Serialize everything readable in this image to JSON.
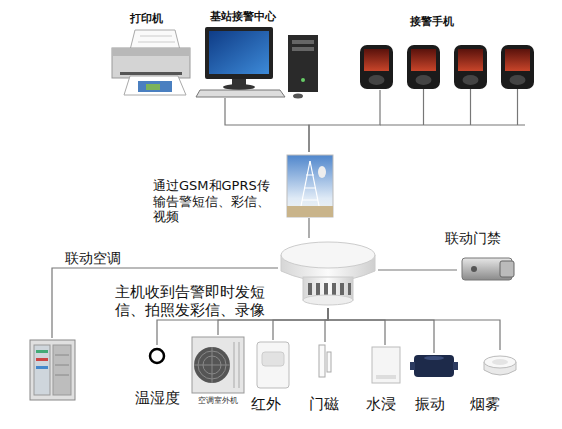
{
  "diagram": {
    "nodes": [
      {
        "text": [
          "打印机"
        ]
      },
      {
        "text": [
          "基站接警中心"
        ]
      },
      {
        "text": [
          "接警手机"
        ]
      },
      {
        "text": [
          "通过GSM和GPRS传输告警短信、彩信、视频"
        ]
      },
      {
        "text": [
          "主机收到告警即时发短信、拍照发彩信、录像"
        ]
      },
      {
        "text": [
          "联动门禁"
        ]
      },
      {
        "text": [
          "联动空调"
        ]
      },
      {
        "text": [
          "温湿度"
        ]
      },
      {
        "text": [
          "空调室外机"
        ]
      },
      {
        "text": [
          "红外"
        ]
      },
      {
        "text": [
          "门磁"
        ]
      },
      {
        "text": [
          "水浸"
        ]
      },
      {
        "text": [
          "振动"
        ]
      },
      {
        "text": [
          "烟雾"
        ]
      }
    ],
    "edges": [
      {
        "from": 1,
        "to": 3,
        "arrow": "none"
      },
      {
        "from": 2,
        "to": 3,
        "arrow": "none"
      },
      {
        "from": 3,
        "to": 4,
        "arrow": "none"
      },
      {
        "from": 4,
        "to": 5,
        "arrow": "none"
      },
      {
        "from": 4,
        "to": 6,
        "arrow": "none"
      },
      {
        "from": 4,
        "to": 7,
        "arrow": "none"
      },
      {
        "from": 4,
        "to": 8,
        "arrow": "none"
      },
      {
        "from": 4,
        "to": 9,
        "arrow": "none"
      },
      {
        "from": 4,
        "to": 10,
        "arrow": "none"
      },
      {
        "from": 4,
        "to": 11,
        "arrow": "none"
      },
      {
        "from": 4,
        "to": 12,
        "arrow": "none"
      },
      {
        "from": 4,
        "to": 13,
        "arrow": "none"
      }
    ]
  }
}
